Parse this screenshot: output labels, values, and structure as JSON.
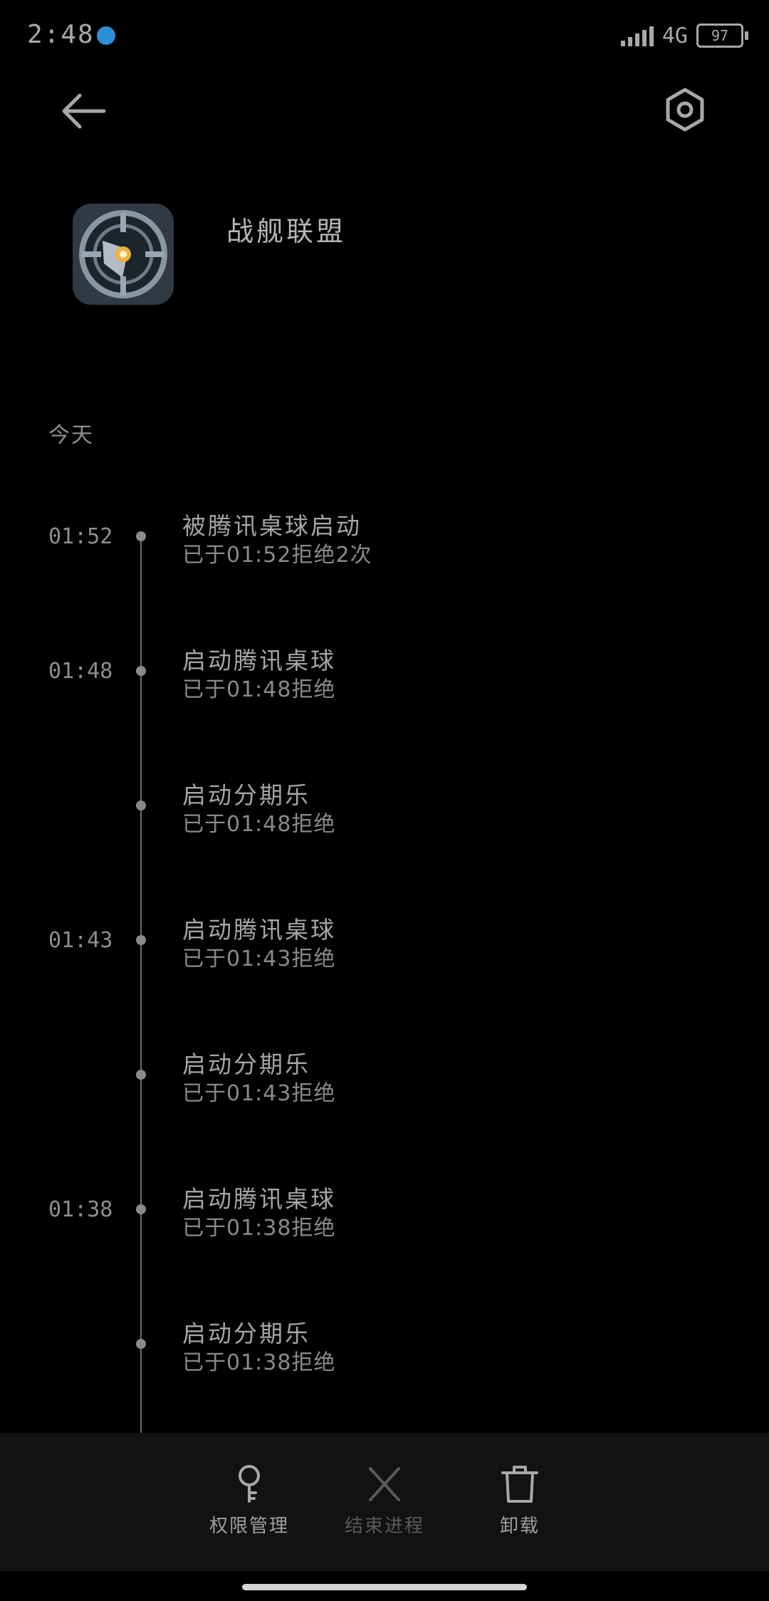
{
  "status_bar": {
    "time": "2:48",
    "network": "4G",
    "battery": "97"
  },
  "app": {
    "name": "战舰联盟"
  },
  "day_label": "今天",
  "events": [
    {
      "time": "01:52",
      "title": "被腾讯桌球启动",
      "subtitle": "已于01:52拒绝2次"
    },
    {
      "time": "01:48",
      "title": "启动腾讯桌球",
      "subtitle": "已于01:48拒绝"
    },
    {
      "time": "",
      "title": "启动分期乐",
      "subtitle": "已于01:48拒绝"
    },
    {
      "time": "01:43",
      "title": "启动腾讯桌球",
      "subtitle": "已于01:43拒绝"
    },
    {
      "time": "",
      "title": "启动分期乐",
      "subtitle": "已于01:43拒绝"
    },
    {
      "time": "01:38",
      "title": "启动腾讯桌球",
      "subtitle": "已于01:38拒绝"
    },
    {
      "time": "",
      "title": "启动分期乐",
      "subtitle": "已于01:38拒绝"
    }
  ],
  "actions": {
    "permissions": "权限管理",
    "end_process": "结束进程",
    "uninstall": "卸载"
  },
  "icons": {
    "back": "back-arrow-icon",
    "settings": "settings-hex-icon",
    "permissions": "key-icon",
    "end_process": "close-x-icon",
    "uninstall": "trash-icon"
  },
  "colors": {
    "background": "#000000",
    "bottom_bar": "#121212",
    "text": "#9a9a9a",
    "status_dot": "#2a8fd6"
  }
}
